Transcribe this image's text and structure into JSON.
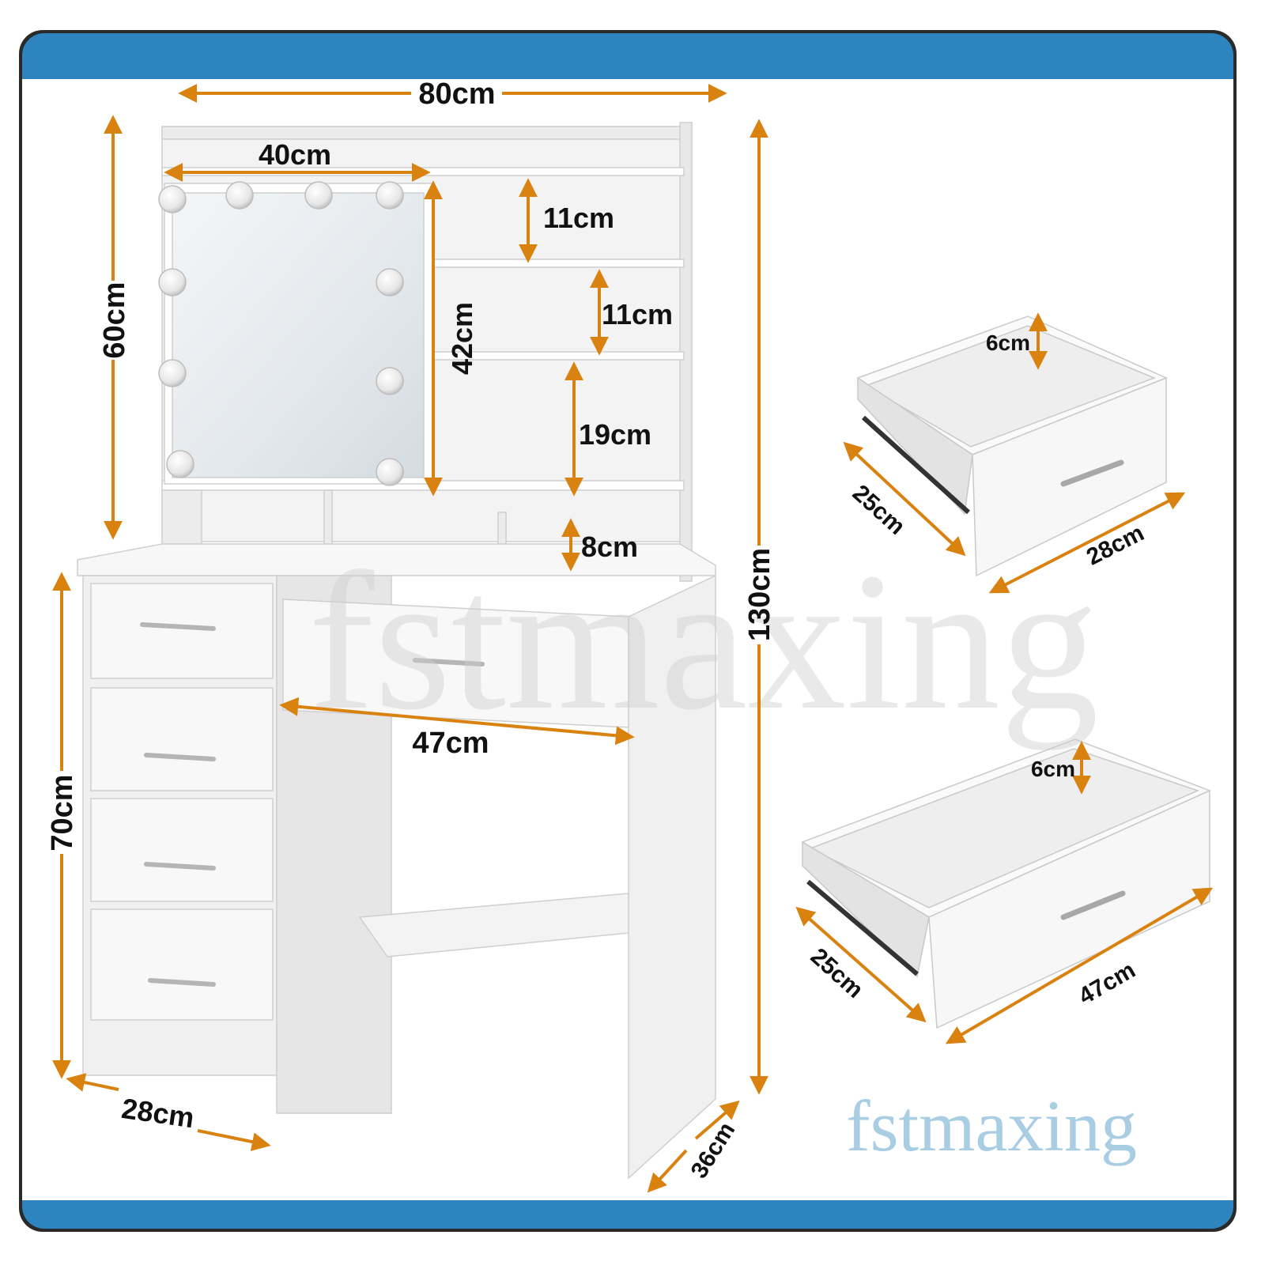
{
  "colors": {
    "frame_blue": "#2e84bf",
    "frame_dark": "#2a2a2a",
    "arrow": "#d9820f",
    "furniture": "#f2f2f2",
    "watermark": "#a9cde3"
  },
  "watermark": {
    "center": "fstmaxing",
    "corner": "fstmaxing"
  },
  "dimensions": {
    "width_total": "80cm",
    "mirror_width": "40cm",
    "hutch_height": "60cm",
    "shelf_top": "11cm",
    "shelf_middle": "11cm",
    "shelf_bottom": "19cm",
    "mirror_height": "42cm",
    "cubby_height": "8cm",
    "total_height": "130cm",
    "desk_height": "70cm",
    "center_drawer_width": "47cm",
    "cabinet_width": "28cm",
    "depth": "36cm"
  },
  "small_drawer": {
    "height": "6cm",
    "depth": "25cm",
    "width": "28cm"
  },
  "large_drawer": {
    "height": "6cm",
    "depth": "25cm",
    "width": "47cm"
  }
}
